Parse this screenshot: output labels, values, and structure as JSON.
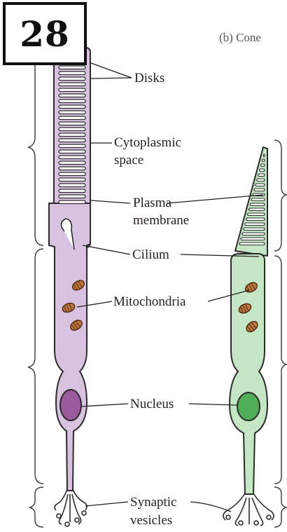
{
  "badge": {
    "number": "28"
  },
  "corner_fragment": "(b) Cone",
  "labels": {
    "disks": "Disks",
    "cytoplasmic_1": "Cytoplasmic",
    "cytoplasmic_2": "space",
    "plasma_1": "Plasma",
    "plasma_2": "membrane",
    "cilium": "Cilium",
    "mitochondria": "Mitochondria",
    "nucleus": "Nucleus",
    "synaptic_1": "Synaptic",
    "synaptic_2": "vesicles"
  },
  "colors": {
    "rod_fill": "#d9c2e0",
    "rod_nucleus": "#9a5a9c",
    "cone_fill": "#c5e6c4",
    "cone_nucleus": "#4fae57",
    "outline": "#2b2b2b",
    "mito_fill": "#c0763e",
    "bracket": "#444444"
  }
}
